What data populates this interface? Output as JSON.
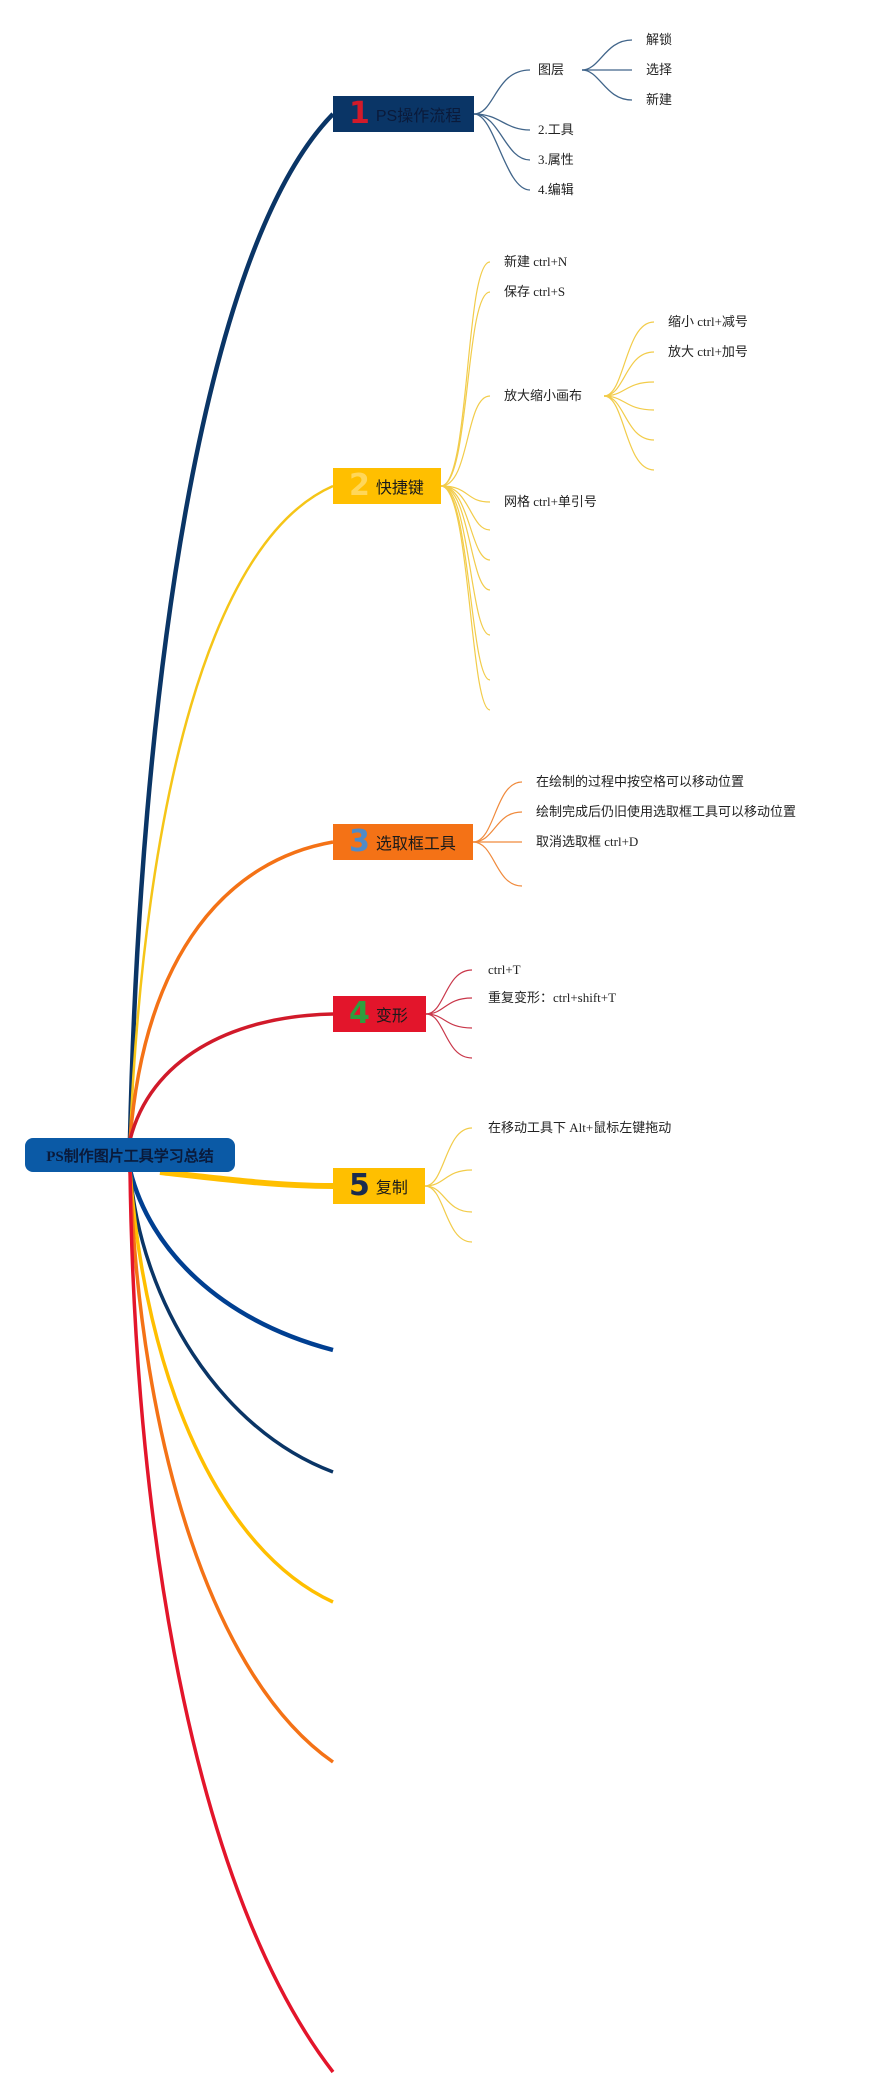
{
  "root": {
    "label": "PS制作图片工具学习总结"
  },
  "topics": [
    {
      "num": "1",
      "label": "PS操作流程",
      "children": [
        {
          "label": "图层",
          "children": [
            "解锁",
            "选择",
            "新建"
          ]
        },
        "2.工具",
        "3.属性",
        "4.编辑"
      ]
    },
    {
      "num": "2",
      "label": "快捷键",
      "children": [
        "新建 ctrl+N",
        "保存 ctrl+S",
        {
          "label": "放大缩小画布",
          "children": [
            "缩小 ctrl+减号",
            "放大 ctrl+加号"
          ]
        },
        "网格 ctrl+单引号"
      ]
    },
    {
      "num": "3",
      "label": "选取框工具",
      "children": [
        "在绘制的过程中按空格可以移动位置",
        "绘制完成后仍旧使用选取框工具可以移动位置",
        "取消选取框 ctrl+D"
      ]
    },
    {
      "num": "4",
      "label": "变形",
      "children": [
        "ctrl+T",
        "重复变形：ctrl+shift+T"
      ]
    },
    {
      "num": "5",
      "label": "复制",
      "children": [
        "在移动工具下 Alt+鼠标左键拖动"
      ]
    }
  ],
  "colors": {
    "navy": "#0a3566",
    "yellow": "#ffbf00",
    "orange": "#f47216",
    "red": "#e3152b",
    "blue": "#0b5aa6",
    "thin_navy": "#41658a",
    "thin_yellow": "#f2cc4a",
    "thin_orange": "#f08a3c",
    "thin_red": "#c9374a"
  }
}
